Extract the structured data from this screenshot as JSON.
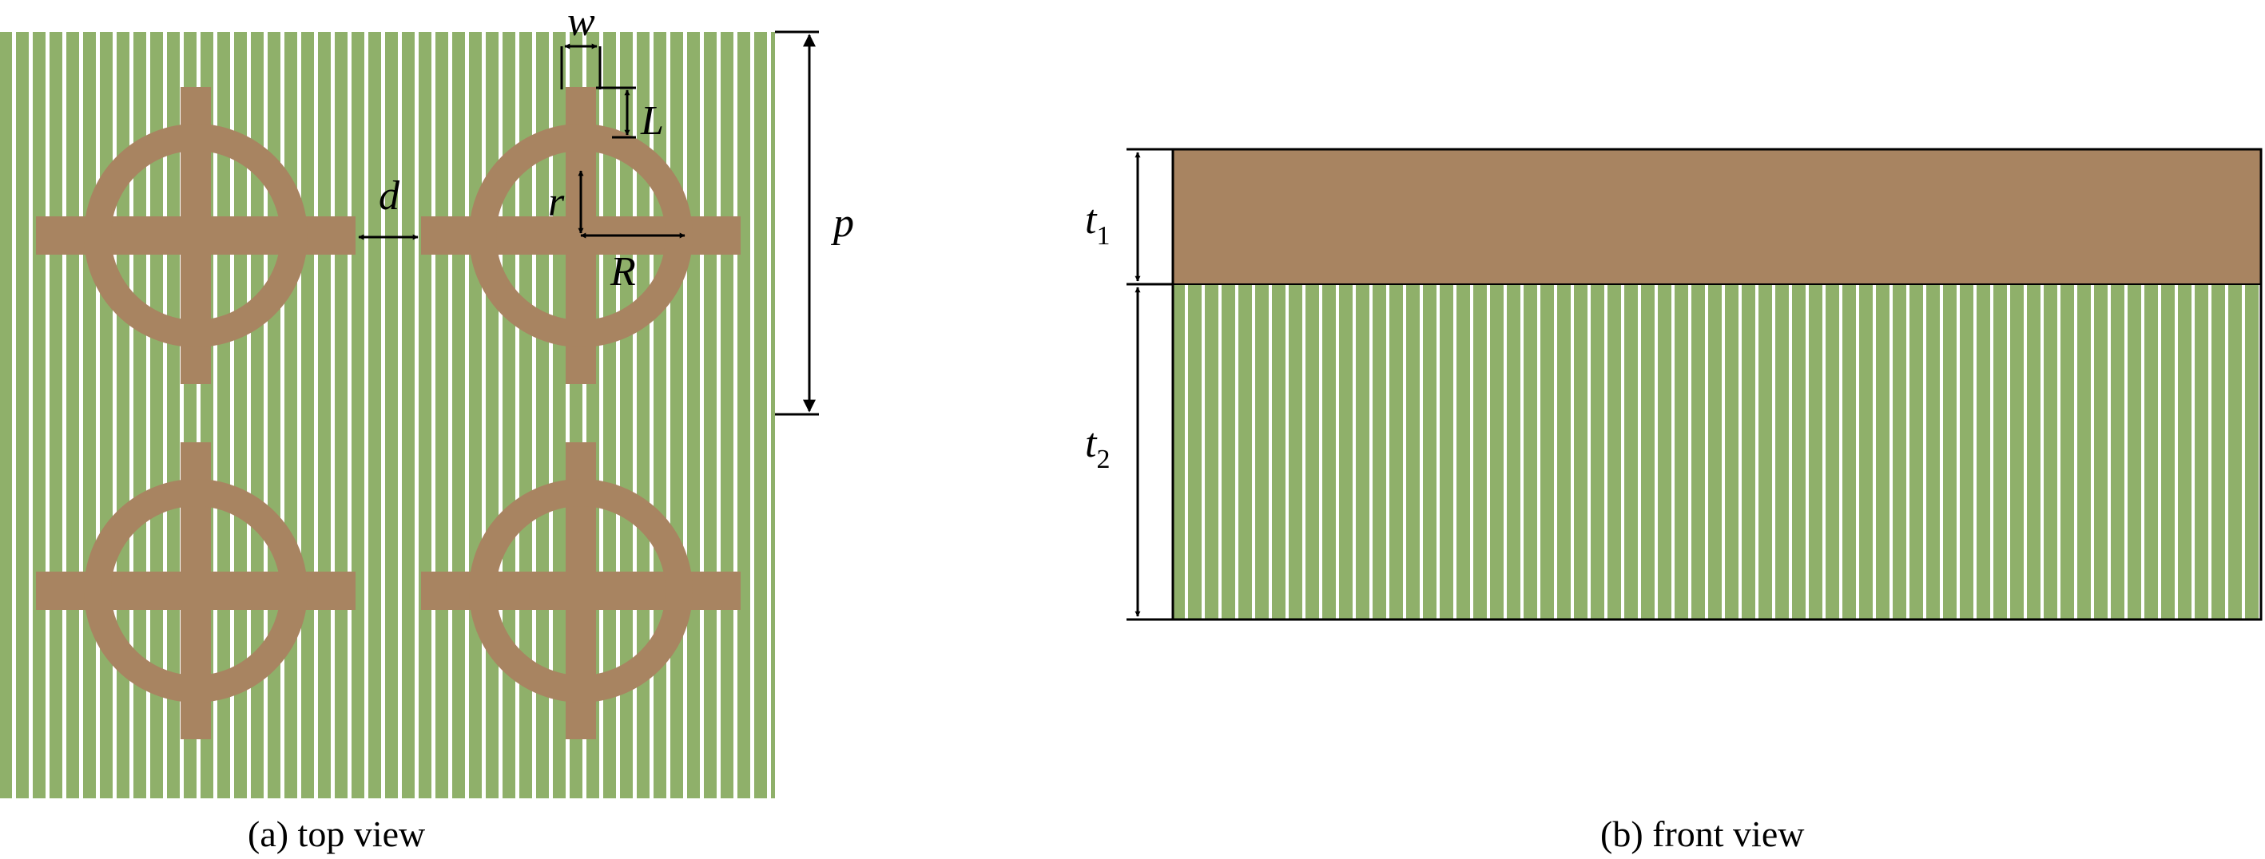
{
  "captions": {
    "top_view": "(a) top view",
    "front_view": "(b) front view"
  },
  "dimensions": {
    "w": "w",
    "L": "L",
    "d": "d",
    "r": "r",
    "R": "R",
    "p": "p",
    "t1": "t",
    "t1_sub": "1",
    "t2": "t",
    "t2_sub": "2"
  },
  "colors": {
    "substrate_green": "#8fb06a",
    "stripe_white": "#ffffff",
    "metal_brown": "#a88461",
    "line": "#000000"
  }
}
